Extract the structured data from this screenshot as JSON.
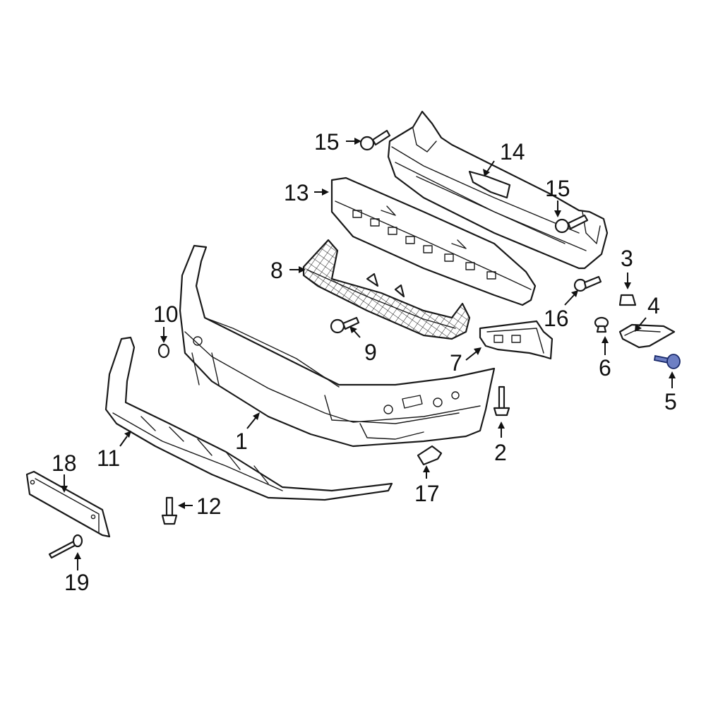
{
  "accent_color": "#6d7fc4",
  "highlighted_callout": "5",
  "callouts": [
    {
      "id": "c1",
      "label": "1"
    },
    {
      "id": "c2",
      "label": "2"
    },
    {
      "id": "c3",
      "label": "3"
    },
    {
      "id": "c4",
      "label": "4"
    },
    {
      "id": "c5",
      "label": "5"
    },
    {
      "id": "c6",
      "label": "6"
    },
    {
      "id": "c7",
      "label": "7"
    },
    {
      "id": "c8",
      "label": "8"
    },
    {
      "id": "c9",
      "label": "9"
    },
    {
      "id": "c10",
      "label": "10"
    },
    {
      "id": "c11",
      "label": "11"
    },
    {
      "id": "c12",
      "label": "12"
    },
    {
      "id": "c13",
      "label": "13"
    },
    {
      "id": "c14",
      "label": "14"
    },
    {
      "id": "c15a",
      "label": "15"
    },
    {
      "id": "c15b",
      "label": "15"
    },
    {
      "id": "c16",
      "label": "16"
    },
    {
      "id": "c17",
      "label": "17"
    },
    {
      "id": "c18",
      "label": "18"
    },
    {
      "id": "c19",
      "label": "19"
    }
  ]
}
